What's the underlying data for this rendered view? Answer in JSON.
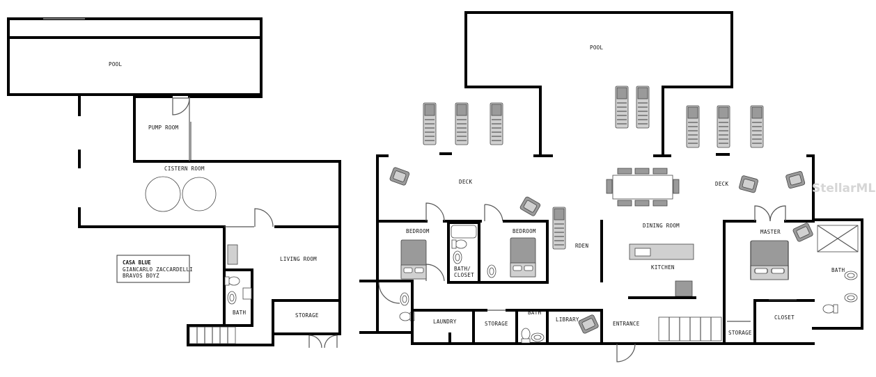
{
  "left_plan": {
    "pool": "POOL",
    "pump_room": "PUMP ROOM",
    "cistern_room": "CISTERN ROOM",
    "living_room": "LIVING ROOM",
    "bath": "BATH",
    "storage": "STORAGE",
    "info_box": {
      "title": "CASA BLUE",
      "line1": "GIANCARLO ZACCARDELLI",
      "line2": "BRAVOS BOYZ"
    }
  },
  "right_plan": {
    "pool": "POOL",
    "deck_left": "DECK",
    "deck_right": "DECK",
    "bedroom_left": "BEDROOM",
    "bath_closet_1": "BATH/",
    "bath_closet_2": "CLOSET",
    "bedroom_right": "BEDROOM",
    "garden_partial": "RDEN",
    "dining_room": "DINING ROOM",
    "kitchen": "KITCHEN",
    "master": "MASTER",
    "master_bath": "BATH",
    "laundry": "LAUNDRY",
    "storage_1": "STORAGE",
    "bath_small": "BATH",
    "library": "LIBRARY",
    "entrance": "ENTRANCE",
    "storage_2": "STORAGE",
    "closet": "CLOSET"
  },
  "watermark": "StellarMLS"
}
